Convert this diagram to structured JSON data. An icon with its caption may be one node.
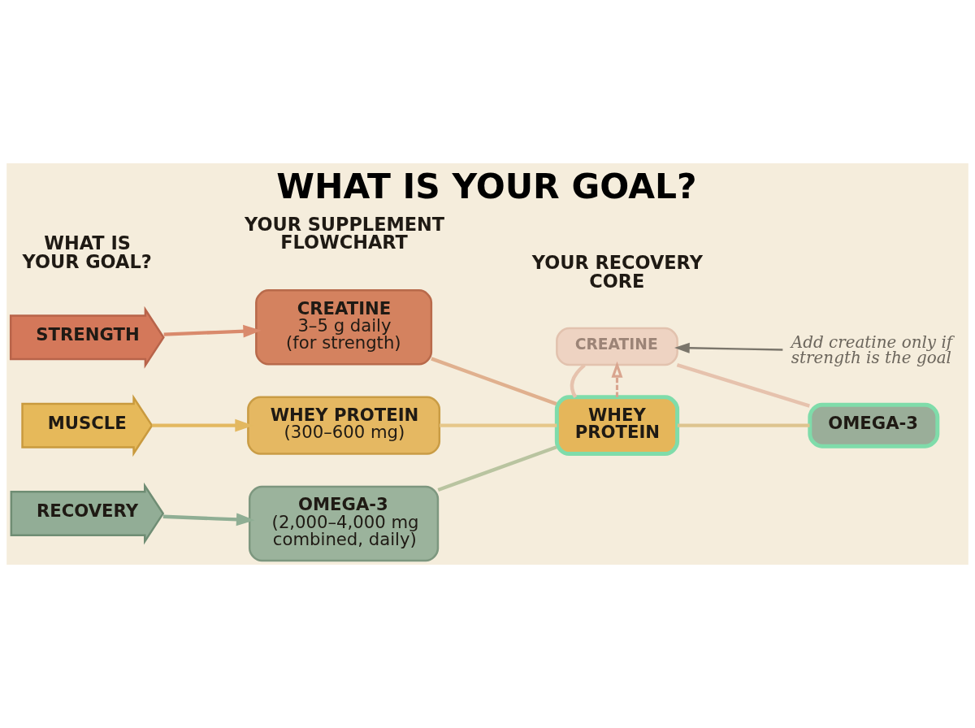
{
  "diagram": {
    "title": "WHAT IS YOUR GOAL?",
    "nodes": [
      {
        "text": [
          "STRENGTH"
        ]
      },
      {
        "text": [
          "MUSCLE"
        ]
      },
      {
        "text": [
          "RECOVERY"
        ]
      },
      {
        "text": [
          "CREATINE",
          "3–5 g daily (for strength)"
        ]
      },
      {
        "text": [
          "WHEY PROTEIN",
          "(300–600 mg)"
        ]
      },
      {
        "text": [
          "OMEGA-3",
          "(2,000–4,000 mg combined, daily)"
        ]
      },
      {
        "text": [
          "CREATINE"
        ]
      },
      {
        "text": [
          "WHEY PROTEIN"
        ]
      },
      {
        "text": [
          "OMEGA-3"
        ]
      },
      {
        "text": [
          "Add creatine only if strength is the goal"
        ]
      }
    ],
    "edges": [
      {
        "from": 0,
        "to": 3,
        "arrow": "to",
        "color": "#d98a6c"
      },
      {
        "from": 1,
        "to": 4,
        "arrow": "to",
        "color": "#e3b860"
      },
      {
        "from": 2,
        "to": 5,
        "arrow": "to",
        "color": "#8fae94"
      },
      {
        "from": 3,
        "to": 7,
        "arrow": "none",
        "color": "#e0b08e"
      },
      {
        "from": 4,
        "to": 7,
        "arrow": "none",
        "color": "#e6c78a"
      },
      {
        "from": 5,
        "to": 7,
        "arrow": "none",
        "color": "#b9c4a0"
      },
      {
        "from": 7,
        "to": 6,
        "arrow": "to",
        "style": "dashed",
        "color": "#d9a58f"
      },
      {
        "from": 6,
        "to": 7,
        "arrow": "none",
        "color": "#e6c2ad"
      },
      {
        "from": 6,
        "to": 8,
        "arrow": "none",
        "color": "#e6c2ad"
      },
      {
        "from": 7,
        "to": 8,
        "arrow": "none",
        "color": "#ddc48f"
      },
      {
        "from": 9,
        "to": 6,
        "arrow": "to",
        "color": "#7a756b"
      }
    ],
    "labels": [
      "WHAT IS YOUR GOAL?",
      "YOUR SUPPLEMENT FLOWCHART",
      "YOUR RECOVERY CORE"
    ]
  }
}
